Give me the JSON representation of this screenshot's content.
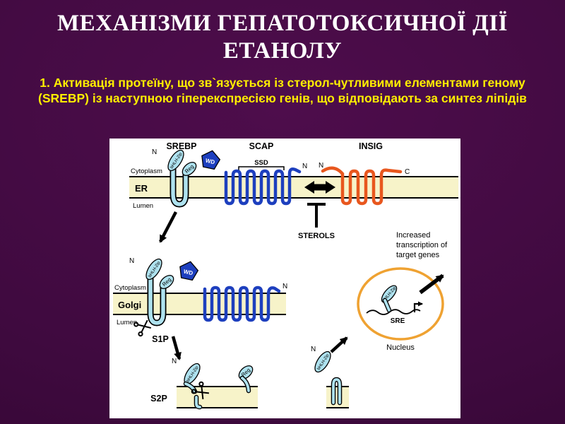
{
  "colors": {
    "background": "#3f0a3f",
    "title_color": "#ffffff",
    "subtitle_color": "#ffee00",
    "panel": "#ffffff",
    "membrane": "#f7f3c9",
    "srebp": "#aee2ef",
    "scap": "#1d3fbe",
    "insig": "#e8571e",
    "nucleus_ring": "#efa232"
  },
  "slide": {
    "title": "МЕХАНІЗМИ ГЕПАТОТОКСИЧНОЇ ДІЇ ЕТАНОЛУ",
    "subtitle": "1. Активація протеїну, що зв`язується із стерол-чутливими елементами геному (SREBP) із наступною гіперекспресією генів, що відповідають за синтез ліпідів"
  },
  "diagram": {
    "proteins": {
      "srebp": "SREBP",
      "scap": "SCAP",
      "insig": "INSIG"
    },
    "domains": {
      "bhlh": "bHLH-Zip",
      "reg": "Reg",
      "wd": "WD",
      "ssd": "SSD",
      "n_terminus": "N",
      "c_terminus": "C"
    },
    "compartments": {
      "er": "ER",
      "golgi": "Golgi",
      "cytoplasm": "Cytoplasm",
      "lumen": "Lumen",
      "nucleus": "Nucleus"
    },
    "enzymes": {
      "s1p": "S1P",
      "s2p": "S2P"
    },
    "signals": {
      "sterols": "STEROLS",
      "sre": "SRE",
      "transcription_note_line1": "Increased",
      "transcription_note_line2": "transcription of",
      "transcription_note_line3": "target genes"
    }
  }
}
